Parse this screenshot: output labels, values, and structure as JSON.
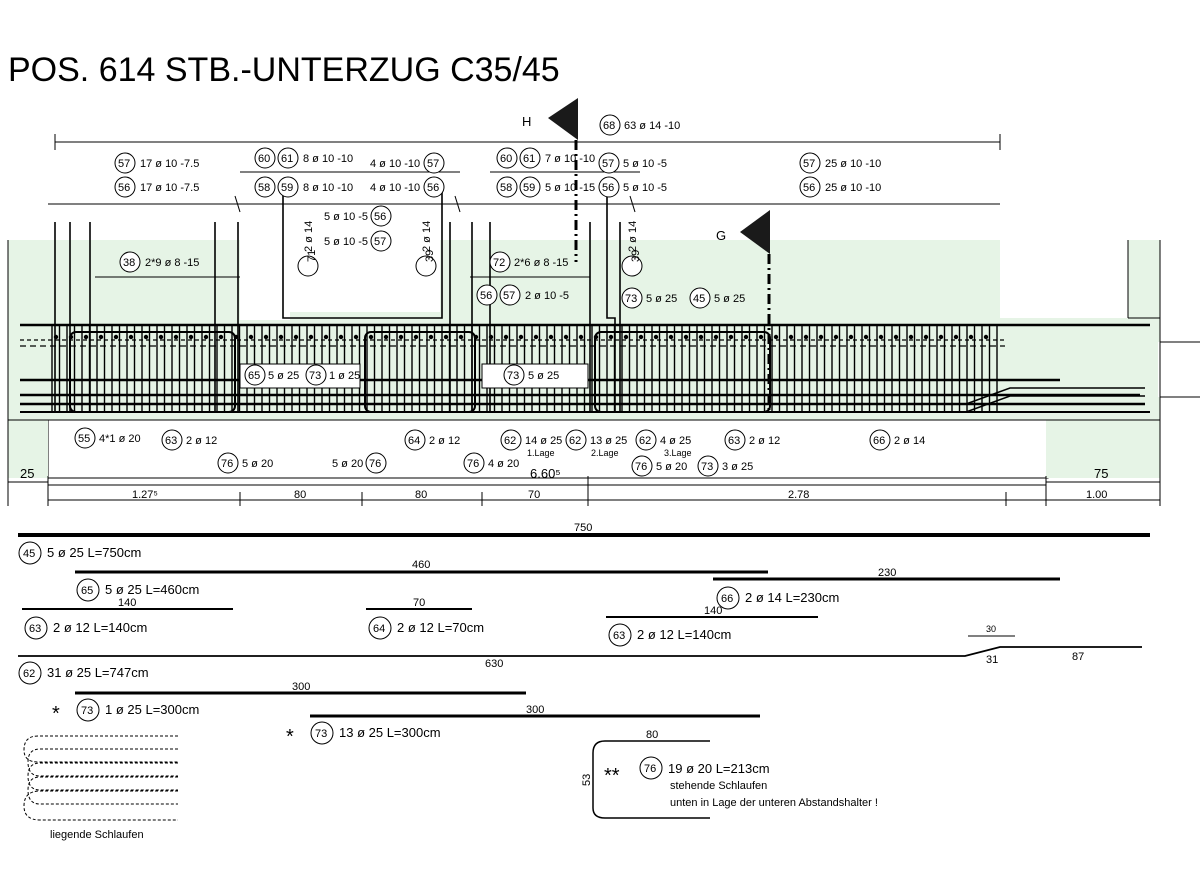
{
  "title": "POS. 614 STB.-UNTERZUG   C35/45",
  "section_marks": {
    "h": "H",
    "g": "G"
  },
  "top_labels": {
    "l68": "63 ø 14 -10",
    "l57a": "17 ø 10 -7.5",
    "l56a": "17 ø 10 -7.5",
    "l60_61": "8 ø 10 -10",
    "l58_59": "8 ø 10 -10",
    "l57b_pre": "4 ø 10 -10",
    "l56b_pre": "4 ø 10 -10",
    "l56c_pre": "5 ø 10 -5",
    "l57c_pre": "5 ø 10 -5",
    "l60_61b": "7 ø 10 -10",
    "l58_59b": "5 ø 10 -15",
    "l57d": "5 ø 10 -5",
    "l56d": "5 ø 10 -5",
    "l57e": "25 ø 10 -10",
    "l56e": "25 ø 10 -10",
    "l38": "2*9 ø 8 -15",
    "l72": "2*6 ø 8 -15",
    "l56_57": "2 ø 10 -5",
    "l73a": "5 ø 25",
    "l45a": "5 ø 25",
    "v71": "2 ø 14",
    "v39a": "2 ø 14",
    "v39b": "2 ø 14"
  },
  "beam_labels": {
    "l65": "5 ø 25",
    "l73b": "1 ø 25",
    "l73c": "5 ø 25"
  },
  "bottom_labels": {
    "l55": "4*1 ø 20",
    "l63a": "2 ø 12",
    "l76a": "5 ø 20",
    "l76b_pre": "5 ø 20",
    "l64": "2 ø 12",
    "l76c": "4 ø 20",
    "l62a": "14 ø 25",
    "l62a_sub": "1.Lage",
    "l62b": "13 ø 25",
    "l62b_sub": "2.Lage",
    "l62c": "4 ø 25",
    "l62c_sub": "3.Lage",
    "l76d": "5 ø 20",
    "l73d": "3 ø 25",
    "l63b": "2 ø 12",
    "l66": "2 ø 14"
  },
  "dimensions": {
    "span": "6.60⁵",
    "left": "25",
    "right": "75",
    "d1": "1.27⁵",
    "d2": "80",
    "d3": "80",
    "d4": "70",
    "d5": "2.78",
    "d6": "1.00"
  },
  "bar_schedule": {
    "b45_len": "750",
    "b45_label": "5 ø 25 L=750cm",
    "b65_len": "460",
    "b65_label": "5 ø 25 L=460cm",
    "b66_len": "230",
    "b66_label": "2 ø 14 L=230cm",
    "b63a_len": "140",
    "b63a_label": "2 ø 12 L=140cm",
    "b64_len": "70",
    "b64_label": "2 ø 12 L=70cm",
    "b63b_len": "140",
    "b63b_label": "2 ø 12 L=140cm",
    "b62_len": "630",
    "b62_label": "31 ø 25 L=747cm",
    "b62_hook_a": "31",
    "b62_hook_b": "87",
    "b62_hook_c": "30",
    "b73a_len": "300",
    "b73a_label": "1 ø 25 L=300cm",
    "b73b_len": "300",
    "b73b_label": "13 ø 25 L=300cm",
    "b76_w": "80",
    "b76_h": "53",
    "b76_label": "19 ø 20 L=213cm",
    "b76_note1": "stehende Schlaufen",
    "b76_note2": "unten in Lage der unteren Abstandshalter !",
    "loops_note": "liegende Schlaufen",
    "star1": "*",
    "star2": "*",
    "star3": "**"
  },
  "colors": {
    "concrete": "#e6f4e6",
    "line": "#000000",
    "fill_tag": "#ffffff"
  }
}
